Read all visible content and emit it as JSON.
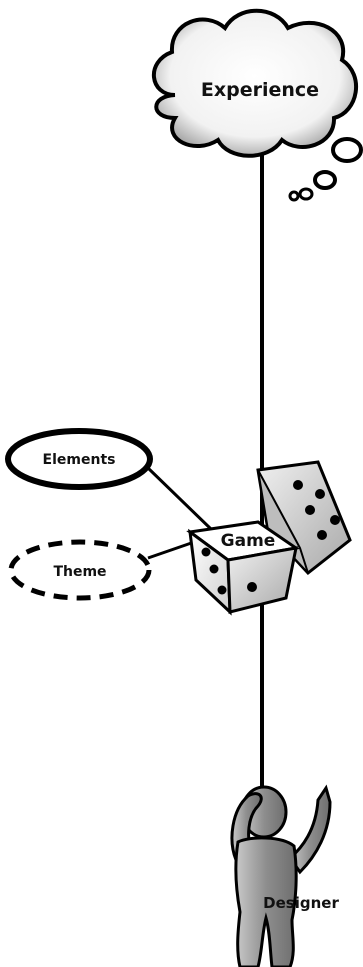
{
  "labels": {
    "experience": "Experience",
    "elements": "Elements",
    "theme": "Theme",
    "game": "Game",
    "designer": "Designer"
  }
}
